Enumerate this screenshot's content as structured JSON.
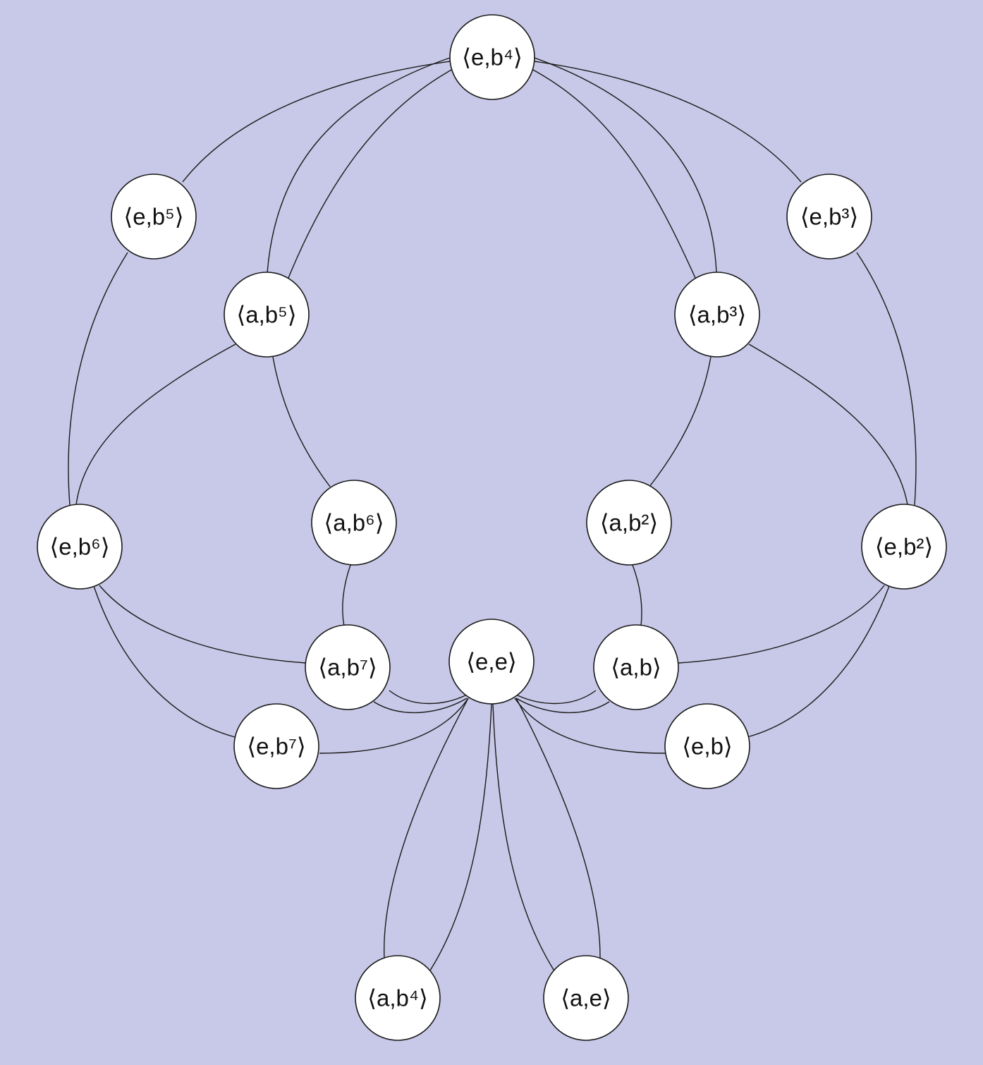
{
  "colors": {
    "background": "#c8c8e8",
    "node_fill": "#ffffff",
    "stroke": "#1a1a1a",
    "text": "#111111"
  },
  "nodes": {
    "e_b4": "⟨e,b⁴⟩",
    "e_b5": "⟨e,b⁵⟩",
    "e_b3": "⟨e,b³⟩",
    "a_b5": "⟨a,b⁵⟩",
    "a_b3": "⟨a,b³⟩",
    "e_b6": "⟨e,b⁶⟩",
    "a_b6": "⟨a,b⁶⟩",
    "a_b2": "⟨a,b²⟩",
    "e_b2": "⟨e,b²⟩",
    "a_b7": "⟨a,b⁷⟩",
    "e_e": "⟨e,e⟩",
    "a_b": "⟨a,b⟩",
    "e_b7": "⟨e,b⁷⟩",
    "e_b": "⟨e,b⟩",
    "a_b4": "⟨a,b⁴⟩",
    "a_e": "⟨a,e⟩"
  },
  "edges": [
    [
      "e_b4",
      "e_b5"
    ],
    [
      "e_b4",
      "e_b3"
    ],
    [
      "e_b4",
      "a_b5"
    ],
    [
      "e_b4",
      "a_b5"
    ],
    [
      "e_b4",
      "a_b3"
    ],
    [
      "e_b4",
      "a_b3"
    ],
    [
      "e_b5",
      "e_b6"
    ],
    [
      "e_b3",
      "e_b2"
    ],
    [
      "a_b5",
      "e_b6"
    ],
    [
      "a_b5",
      "a_b6"
    ],
    [
      "a_b3",
      "a_b2"
    ],
    [
      "a_b3",
      "e_b2"
    ],
    [
      "a_b6",
      "a_b7"
    ],
    [
      "a_b2",
      "a_b"
    ],
    [
      "e_b6",
      "a_b7"
    ],
    [
      "e_b6",
      "e_b7"
    ],
    [
      "e_b2",
      "a_b"
    ],
    [
      "e_b2",
      "e_b"
    ],
    [
      "a_b7",
      "e_e"
    ],
    [
      "a_b7",
      "e_e"
    ],
    [
      "a_b",
      "e_e"
    ],
    [
      "a_b",
      "e_e"
    ],
    [
      "e_b7",
      "e_e"
    ],
    [
      "e_b",
      "e_e"
    ],
    [
      "e_e",
      "a_b4"
    ],
    [
      "e_e",
      "a_b4"
    ],
    [
      "e_e",
      "a_e"
    ],
    [
      "e_e",
      "a_e"
    ]
  ]
}
